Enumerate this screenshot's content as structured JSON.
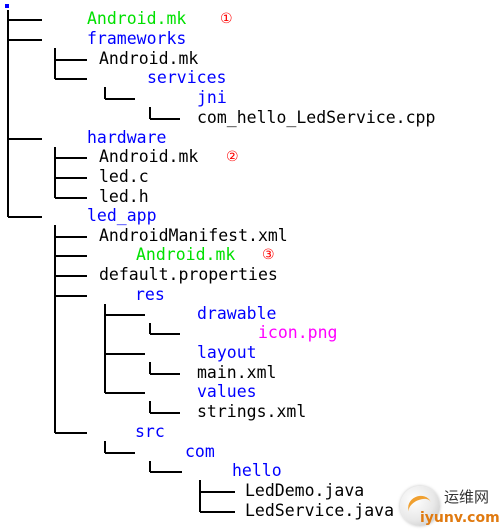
{
  "colors": {
    "folder": "#0000ff",
    "makefile": "#00e000",
    "file": "#000000",
    "image": "#ff00ff",
    "marker": "#ff0000",
    "line": "#000000"
  },
  "nodes": [
    {
      "id": "n0",
      "label": "Android.mk",
      "kind": "makefile",
      "marker": "①"
    },
    {
      "id": "n1",
      "label": "frameworks",
      "kind": "folder"
    },
    {
      "id": "n2",
      "label": "Android.mk",
      "kind": "file"
    },
    {
      "id": "n3",
      "label": "services",
      "kind": "folder"
    },
    {
      "id": "n4",
      "label": "jni",
      "kind": "folder"
    },
    {
      "id": "n5",
      "label": "com_hello_LedService.cpp",
      "kind": "file"
    },
    {
      "id": "n6",
      "label": "hardware",
      "kind": "folder"
    },
    {
      "id": "n7",
      "label": "Android.mk",
      "kind": "file",
      "marker": "②"
    },
    {
      "id": "n8",
      "label": "led.c",
      "kind": "file"
    },
    {
      "id": "n9",
      "label": "led.h",
      "kind": "file"
    },
    {
      "id": "n10",
      "label": "led_app",
      "kind": "folder"
    },
    {
      "id": "n11",
      "label": "AndroidManifest.xml",
      "kind": "file"
    },
    {
      "id": "n12",
      "label": "Android.mk",
      "kind": "makefile",
      "marker": "③"
    },
    {
      "id": "n13",
      "label": "default.properties",
      "kind": "file"
    },
    {
      "id": "n14",
      "label": "res",
      "kind": "folder"
    },
    {
      "id": "n15",
      "label": "drawable",
      "kind": "folder"
    },
    {
      "id": "n16",
      "label": "icon.png",
      "kind": "image"
    },
    {
      "id": "n17",
      "label": "layout",
      "kind": "folder"
    },
    {
      "id": "n18",
      "label": "main.xml",
      "kind": "file"
    },
    {
      "id": "n19",
      "label": "values",
      "kind": "folder"
    },
    {
      "id": "n20",
      "label": "strings.xml",
      "kind": "file"
    },
    {
      "id": "n21",
      "label": "src",
      "kind": "folder"
    },
    {
      "id": "n22",
      "label": "com",
      "kind": "folder"
    },
    {
      "id": "n23",
      "label": "hello",
      "kind": "folder"
    },
    {
      "id": "n24",
      "label": "LedDemo.java",
      "kind": "file"
    },
    {
      "id": "n25",
      "label": "LedService.java",
      "kind": "file"
    }
  ],
  "watermark": {
    "chinese": "运维网",
    "url": "iyunv.com"
  }
}
